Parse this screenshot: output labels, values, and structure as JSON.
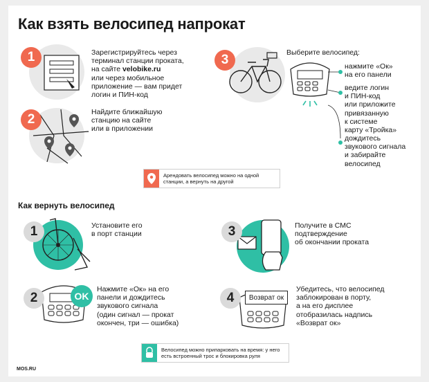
{
  "title": "Как взять велосипед напрокат",
  "take": {
    "step1": {
      "num": "1",
      "line1": "Зарегистрируйтесь через",
      "line2": "терминал станции проката,",
      "line3_pre": "на сайте ",
      "site": "velobike.ru",
      "line4": "или через мобильное",
      "line5": "приложение — вам придет",
      "line6": "логин и ПИН-код"
    },
    "step2": {
      "num": "2",
      "line1": "Найдите ближайшую",
      "line2": "станцию на сайте",
      "line3": "или в приложении"
    },
    "step3": {
      "num": "3",
      "heading": "Выберите велосипед:",
      "bullets": [
        [
          "нажмите «Ок»",
          "на его панели"
        ],
        [
          "ведите логин",
          "и ПИН-код",
          "или приложите",
          "привязанную",
          "к системе",
          "карту «Тройка»"
        ],
        [
          "дождитесь",
          "звукового сигнала",
          "и забирайте",
          "велосипед"
        ]
      ]
    },
    "note": {
      "line1": "Арендовать велосипед можно на одной",
      "line2": "станции, а вернуть на другой"
    }
  },
  "return_section": {
    "heading": "Как вернуть велосипед",
    "step1": {
      "num": "1",
      "line1": "Установите его",
      "line2": "в порт станции"
    },
    "step2": {
      "num": "2",
      "line1": "Нажмите «Ок» на его",
      "line2": "панели и дождитесь",
      "line3": "звукового сигнала",
      "line4": "(один сигнал — прокат",
      "line5": "окончен, три — ошибка)",
      "ok_label": "OK"
    },
    "step3": {
      "num": "3",
      "line1": "Получите в СМС",
      "line2": "подтверждение",
      "line3": "об окончании проката"
    },
    "step4": {
      "num": "4",
      "line1": "Убедитесь, что велосипед",
      "line2": "заблокирован в порту,",
      "line3": "а на его дисплее",
      "line4": "отобразилась надпись",
      "line5": "«Возврат ок»",
      "display_label": "Возврат ок"
    },
    "note": {
      "line1": "Велосипед можно припарковать на время: у него",
      "line2": "есть встроенный трос и блокировка руля"
    }
  },
  "footer": "MOS.RU",
  "colors": {
    "accent": "#f0694f",
    "teal": "#2fbfa5",
    "badge_grey": "#dadada"
  }
}
